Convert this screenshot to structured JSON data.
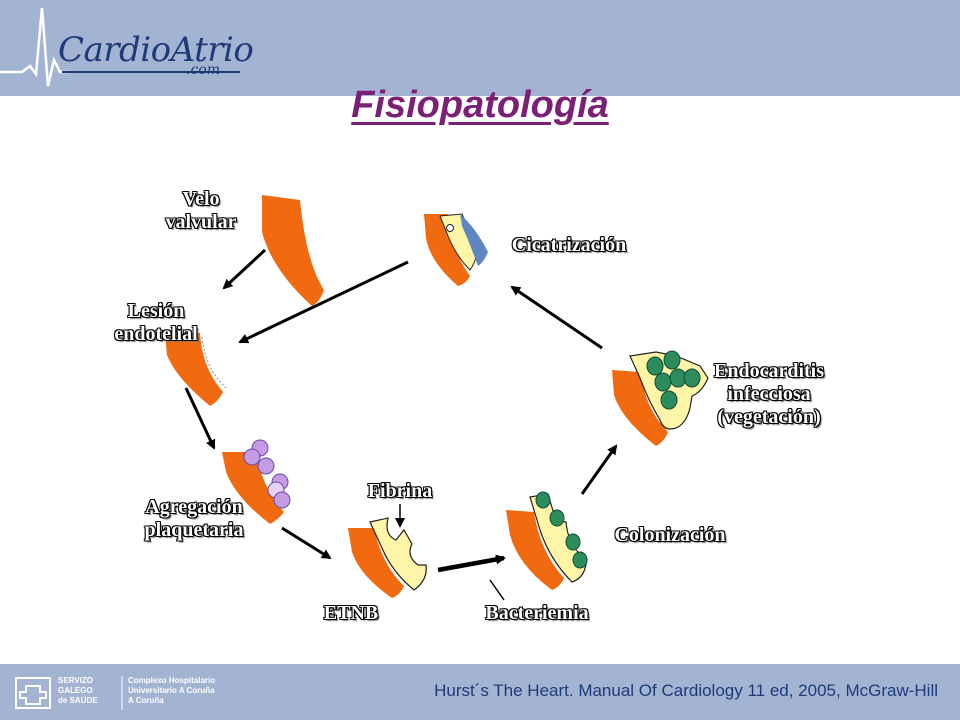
{
  "header": {
    "logo_main": "CardioAtrio",
    "logo_sub": ".com",
    "title": "Fisiopatología"
  },
  "diagram": {
    "stages": {
      "velo": [
        "Velo",
        "valvular"
      ],
      "lesion": [
        "Lesión",
        "endotelial"
      ],
      "agregacion": [
        "Agregación",
        "plaquetaria"
      ],
      "etnb": "ETNB",
      "fibrina": "Fibrina",
      "bacteriemia": "Bacteriemia",
      "colonizacion": "Colonización",
      "endocarditis": [
        "Endocarditis",
        "infecciosa",
        "(vegetación)"
      ],
      "cicatrizacion": "Cicatrización"
    },
    "colors": {
      "valve": "#f26a0f",
      "fibrin": "#fff5a8",
      "platelet": "#c69be6",
      "bacteria": "#2d8c5e",
      "scar": "#5f86c2",
      "arrow": "#000000"
    }
  },
  "footer": {
    "institution": [
      "SERVIZO",
      "GALEGO",
      "de SAÚDE",
      "Complexo Hospitalario",
      "Universitario A Coruña",
      "A Coruña"
    ],
    "citation": "Hurst´s The Heart. Manual Of Cardiology 11 ed, 2005, McGraw-Hill"
  }
}
